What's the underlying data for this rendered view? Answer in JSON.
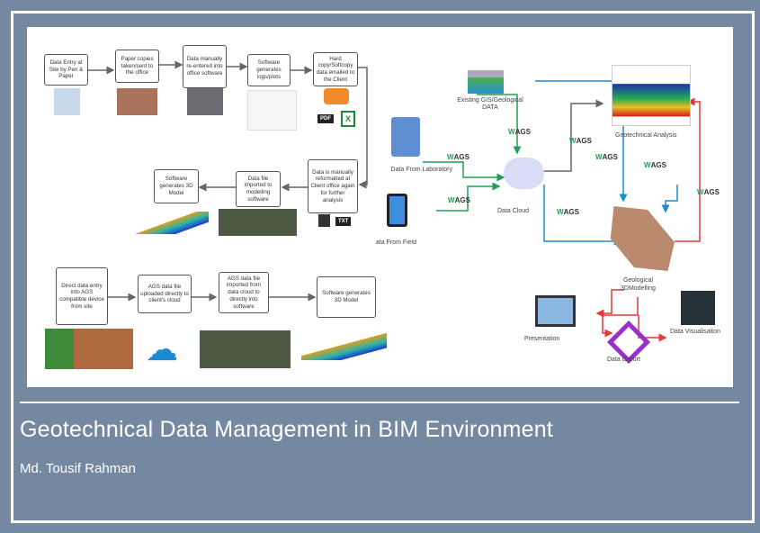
{
  "title": "Geotechnical Data Management in BIM Environment",
  "author": "Md. Tousif Rahman",
  "traditional_flow": [
    "Data Entry at Site by Pen & Paper",
    "Paper copies taken/sent to the office",
    "Data manually re-entered into office software",
    "Software generates logs/plots",
    "Hard copy/Softcopy data emailed to the Client",
    "Data is manually reformatted at Client office again for further analysis",
    "Data file imported to modelling software",
    "Software generates 3D Model"
  ],
  "ags_flow": [
    "Direct  data entry into AGS compatible device from site",
    "AGS data file uploaded directly to client's cloud",
    "AGS data file imported from data cloud to directly into software",
    "Software generates 3D Model"
  ],
  "file_tags": {
    "pdf": "PDF",
    "excel": "X",
    "txt": "TXT"
  },
  "cloud_diagram": {
    "gis": "Existing GIS/Geological DATA",
    "lab": "Data From Laboratory",
    "field": "Data From Field",
    "cloud": "Data Cloud",
    "analysis": "Geotechnical Analysis",
    "modelling": "Geological 3DModelling",
    "presentation": "Presentation",
    "export": "Data Export",
    "visualisation": "Data Visualisaiton",
    "ags_label": "AGS"
  },
  "colors": {
    "background": "#7489a1",
    "green": "#1fa055",
    "blue": "#1e88d0",
    "red": "#e03a3a",
    "gray": "#666666"
  }
}
